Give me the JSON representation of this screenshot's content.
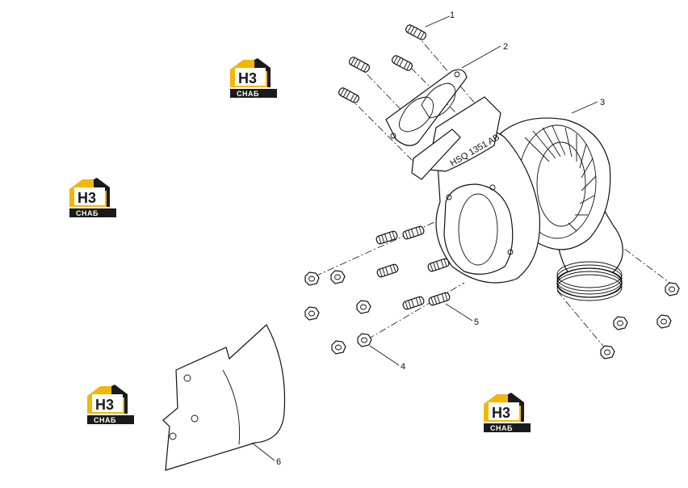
{
  "diagram": {
    "callouts": [
      {
        "id": "1",
        "label": "1"
      },
      {
        "id": "2",
        "label": "2"
      },
      {
        "id": "3",
        "label": "3"
      },
      {
        "id": "4",
        "label": "4"
      },
      {
        "id": "5",
        "label": "5"
      },
      {
        "id": "6",
        "label": "6"
      }
    ],
    "watermark": {
      "logo_mark": "H3",
      "logo_word": "СНАБ",
      "accent_color": "#f2b705",
      "dark_color": "#1a1a1a"
    },
    "part_text": "HSQ 1351 AB"
  }
}
